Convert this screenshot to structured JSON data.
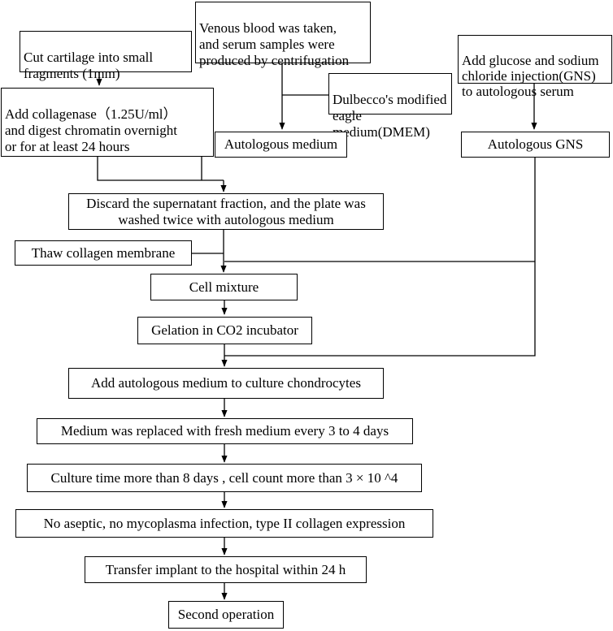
{
  "flowchart": {
    "cut_cartilage": "Cut cartilage into small\nfragments (1mm)",
    "collagenase": "Add collagenase（1.25U/ml）\nand digest chromatin overnight\nor for at least 24 hours",
    "venous_blood": "Venous blood was taken,\nand serum samples were\nproduced by centrifugation",
    "dmem": "Dulbecco's modified\neagle medium(DMEM)",
    "autologous_medium": "Autologous medium",
    "gns_injection": "Add glucose and sodium\nchloride injection(GNS)\nto autologous  serum",
    "autologous_gns": "Autologous GNS",
    "discard_supernatant": "Discard the supernatant fraction, and the plate was\nwashed twice with autologous medium",
    "thaw_collagen": "Thaw collagen membrane",
    "cell_mixture": "Cell mixture",
    "gelation": "Gelation in CO2 incubator",
    "add_medium_culture": "Add autologous medium to culture chondrocytes",
    "medium_replaced": "Medium was replaced with fresh medium every 3 to 4 days",
    "culture_time": "Culture time more than 8 days , cell count more than 3 × 10 ^4",
    "no_aseptic": "No aseptic, no mycoplasma infection, type II collagen expression",
    "transfer_implant": "Transfer implant to the hospital within 24 h",
    "second_operation": "Second operation"
  }
}
